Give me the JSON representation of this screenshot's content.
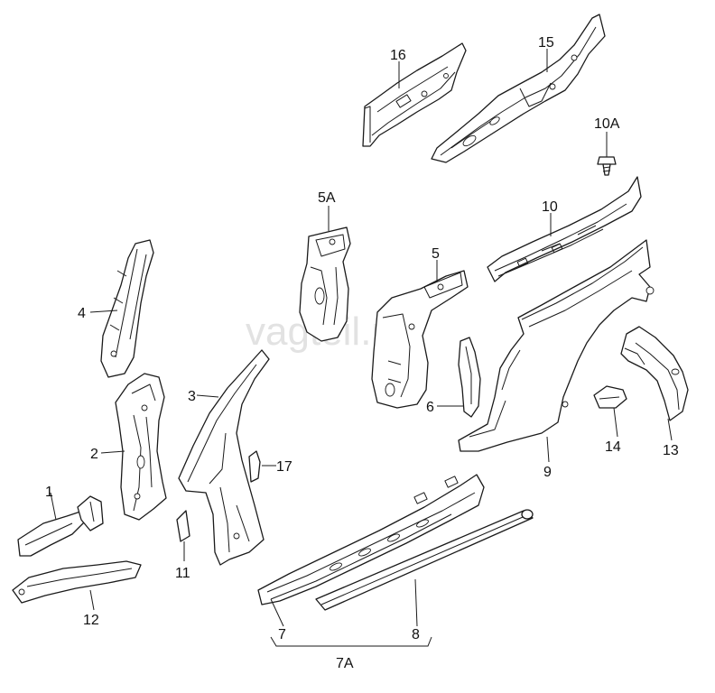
{
  "watermark": "vagteil.ru",
  "callouts": {
    "c1": "1",
    "c2": "2",
    "c3": "3",
    "c4": "4",
    "c5": "5",
    "c5a": "5A",
    "c6": "6",
    "c7": "7",
    "c7a": "7A",
    "c8": "8",
    "c9": "9",
    "c10": "10",
    "c10a": "10A",
    "c11": "11",
    "c12": "12",
    "c13": "13",
    "c14": "14",
    "c15": "15",
    "c16": "16",
    "c17": "17"
  }
}
